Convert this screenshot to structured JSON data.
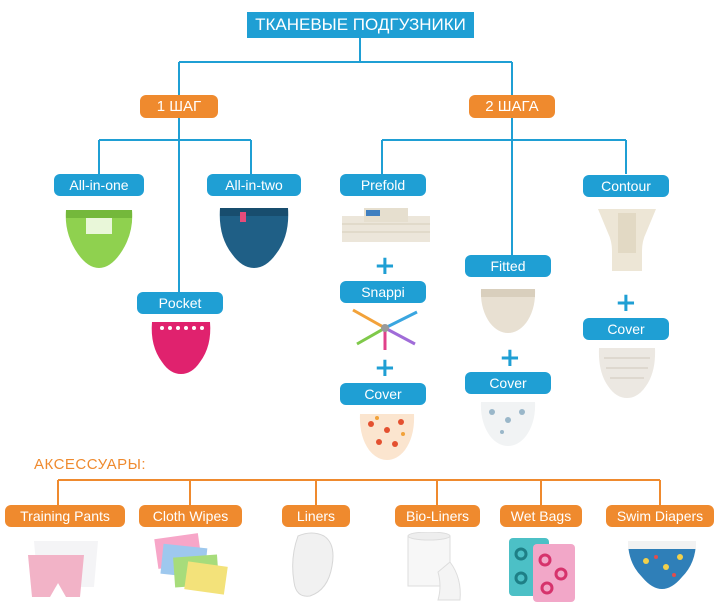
{
  "title": "ТКАНЕВЫЕ ПОДГУЗНИКИ",
  "step1": "1 ШАГ",
  "step2": "2 ШАГА",
  "one_step": {
    "all_in_one": "All-in-one",
    "all_in_two": "All-in-two",
    "pocket": "Pocket"
  },
  "two_step": {
    "prefold": "Prefold",
    "snappi": "Snappi",
    "cover1": "Cover",
    "fitted": "Fitted",
    "cover2": "Cover",
    "contour": "Contour",
    "cover3": "Cover"
  },
  "plus": "+",
  "accessories_title": "АКСЕССУАРЫ:",
  "accessories": [
    "Training Pants",
    "Cloth Wipes",
    "Liners",
    "Bio-Liners",
    "Wet Bags",
    "Swim Diapers"
  ],
  "colors": {
    "blue": "#1f9fd4",
    "orange": "#ef8a2e"
  }
}
